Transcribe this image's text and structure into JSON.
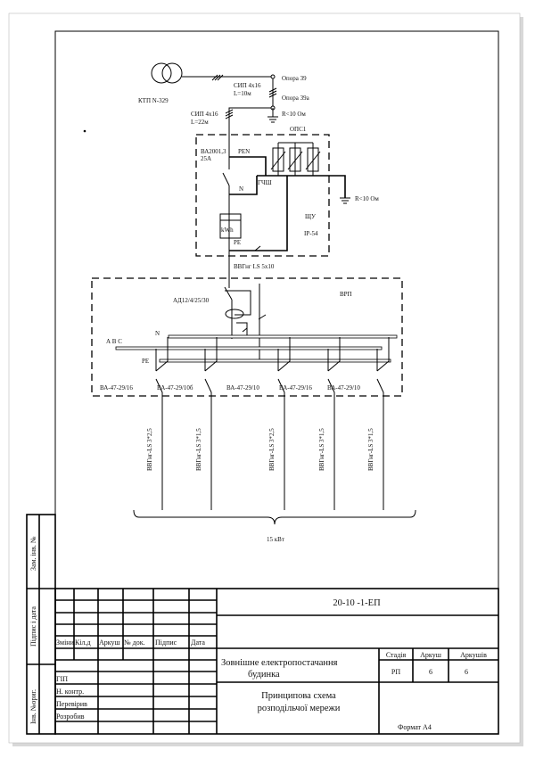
{
  "supply": {
    "substation": "КТП N-329",
    "pole1": "Опора 39",
    "pole2": "Опора 39а",
    "cable1": "СИП 4х16",
    "cable1_len": "L=10м",
    "cable2": "СИП 4х16",
    "cable2_len": "L=22м",
    "ground1": "R<10 Ом"
  },
  "shu": {
    "surge": "ОПС1",
    "breaker": "ВА2001,3",
    "breaker_rating": "25А",
    "pen": "PEN",
    "busbar": "ГЧШ",
    "n": "N",
    "meter": "kWh",
    "pe": "PE",
    "name": "ЩУ",
    "ip": "IP-54",
    "ground2": "R<10 Ом",
    "feed_cable": "ВВГнг LS 5х10"
  },
  "vrp": {
    "name": "ВРП",
    "rcd": "АД12/4/25/30",
    "n": "N",
    "abc": "А В С",
    "pe": "PE",
    "breakers": [
      "ВА-47-29/16",
      "ВА-47-29/10б",
      "ВА-47-29/10",
      "ВА-47-29/16",
      "ВА-47-29/10"
    ],
    "cables": [
      "ВВГнг-LS 3*2,5",
      "ВВГнг-LS 3*1,5",
      "ВВГнг-LS 3*2,5",
      "ВВГнг-LS 3*1,5",
      "ВВГнг-LS 3*1,5"
    ],
    "total_power": "15 кВт"
  },
  "side_stamps": [
    "Зам. інв. №",
    "Підпис і дата",
    "Інв. №ориг."
  ],
  "title_block": {
    "doc_code": "20-10 -1-ЕП",
    "headers": [
      "Зміни",
      "Кіл.д",
      "Аркуш",
      "№ док.",
      "Підпис",
      "Дата"
    ],
    "roles": [
      "ГІП",
      "Н. контр.",
      "Перевірив",
      "Розробив"
    ],
    "project": [
      "Зовнішне електропостачання",
      "будинка"
    ],
    "sheet_title": [
      "Принципова схема",
      "розподільчої мережи"
    ],
    "stage_label": "Стадія",
    "sheet_label": "Аркуш",
    "sheets_label": "Аркушів",
    "stage": "РП",
    "sheet": "6",
    "sheets": "6",
    "format": "Формат А4"
  }
}
